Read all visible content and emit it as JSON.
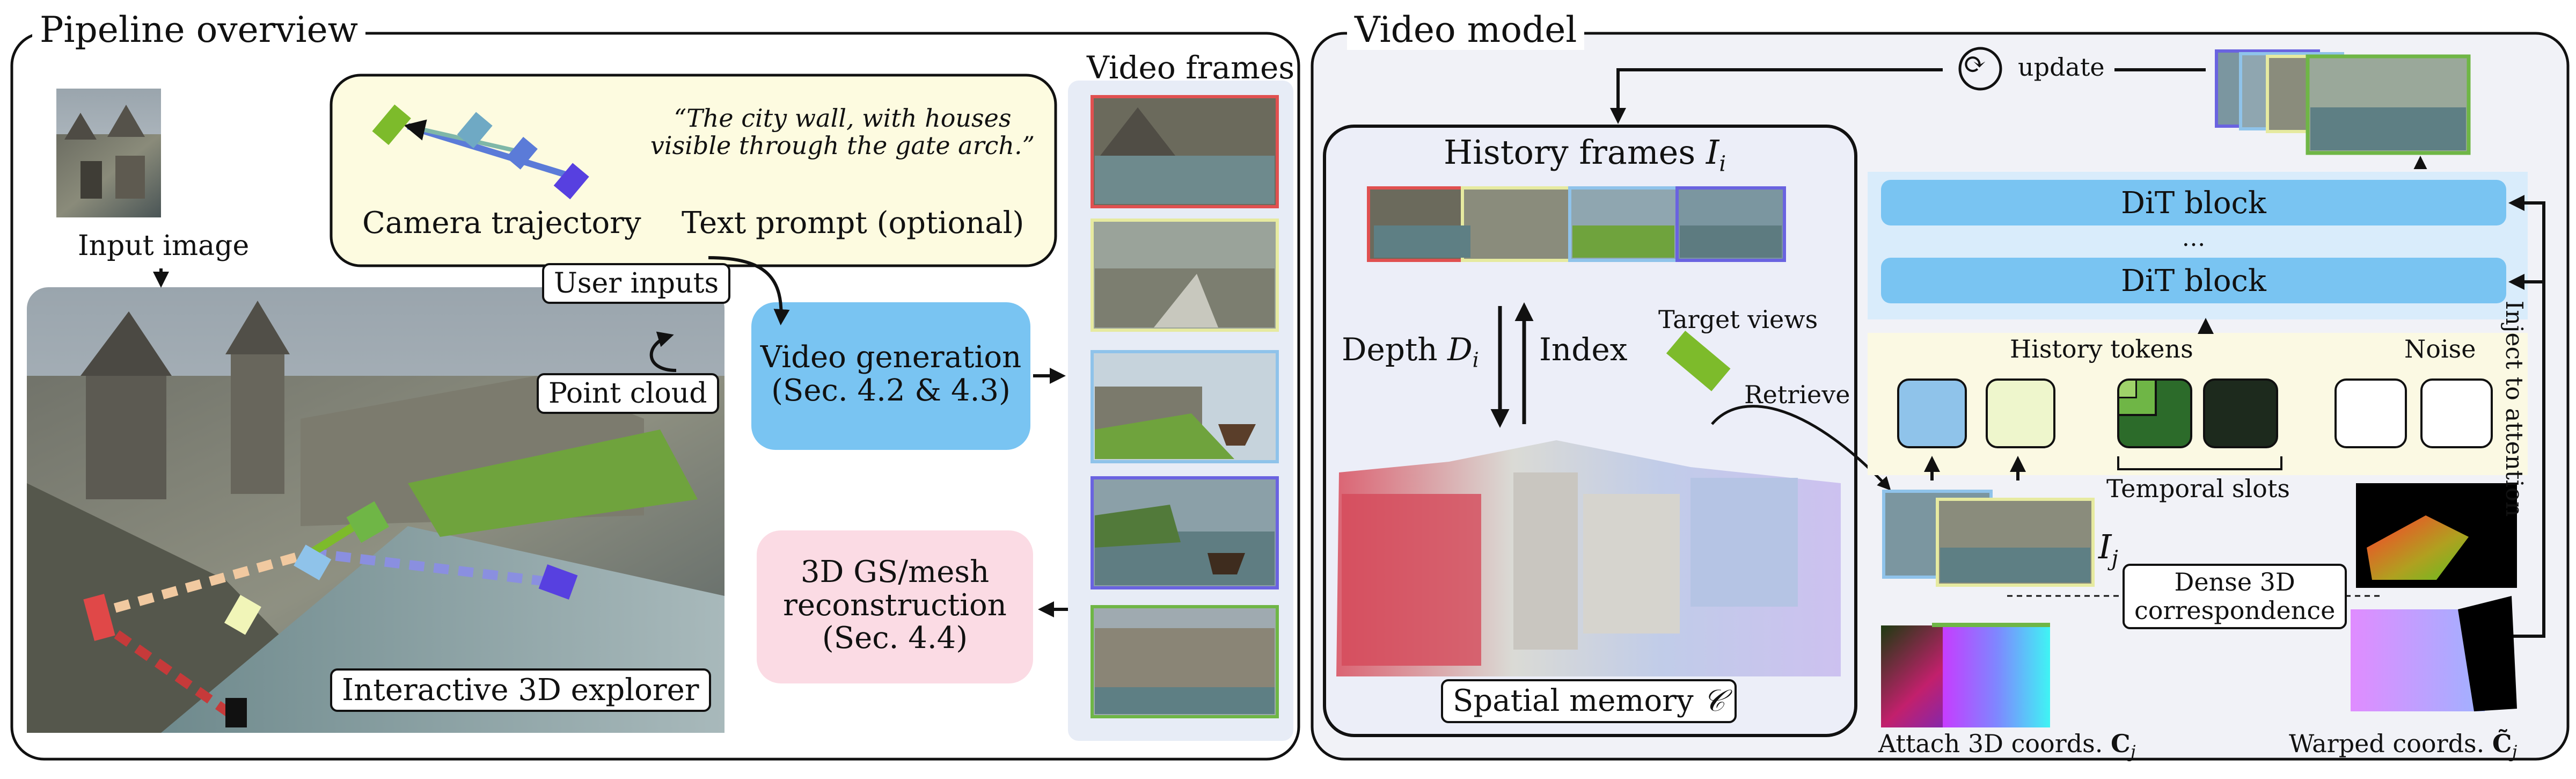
{
  "left_panel": {
    "title": "Pipeline overview",
    "input_image_label": "Input image",
    "prompt_box": {
      "quote_line1": "“The city wall, with houses",
      "quote_line2": "visible through the gate arch.”",
      "camera_label": "Camera trajectory",
      "text_label": "Text prompt (optional)"
    },
    "user_inputs_label": "User inputs",
    "point_cloud_label": "Point cloud",
    "video_generation_line1": "Video generation",
    "video_generation_line2": "(Sec. 4.2 & 4.3)",
    "reconstruction_line1": "3D GS/mesh",
    "reconstruction_line2": "reconstruction",
    "reconstruction_line3": "(Sec. 4.4)",
    "explorer_label": "Interactive 3D explorer",
    "video_frames_title": "Video frames",
    "frame_colors": [
      "#e05050",
      "#e6eaa0",
      "#8fc3ea",
      "#6a63e0",
      "#6fb646"
    ]
  },
  "right_panel": {
    "title": "Video model",
    "update_label": "update",
    "history_frames_label": "History frames",
    "history_frames_symbol": "I",
    "history_frames_sub": "i",
    "depth_label": "Depth",
    "depth_symbol": "D",
    "depth_sub": "i",
    "index_label": "Index",
    "target_views_label": "Target views",
    "retrieve_label": "Retrieve",
    "spatial_memory_label": "Spatial memory",
    "spatial_memory_symbol": "𝒞",
    "dit_block_1": "DiT block",
    "dit_ellipsis": "…",
    "dit_block_2": "DiT block",
    "inject_label": "Inject to attention",
    "history_tokens_label": "History tokens",
    "noise_label": "Noise",
    "temporal_slots_label": "Temporal slots",
    "ij_symbol": "I",
    "ij_sub": "j",
    "dense_line1": "Dense 3D",
    "dense_line2": "correspondence",
    "attach_label": "Attach 3D coords.",
    "attach_symbol": "C",
    "attach_sub": "j",
    "warped_label": "Warped coords.",
    "warped_symbol": "C̃",
    "warped_sub": "j"
  },
  "colors": {
    "blue_box": "#79c4f2",
    "pink_box": "#fbdbe4",
    "prompt_bg": "#fdfbe0",
    "panel_bg": "#f1f2f7",
    "dit_bg": "#d9ecfb",
    "tokens_bg": "#fbf9e3",
    "camera_green": "#7dbb2b",
    "camera_blue": "#5b7bd8",
    "camera_purple": "#5740e0"
  }
}
